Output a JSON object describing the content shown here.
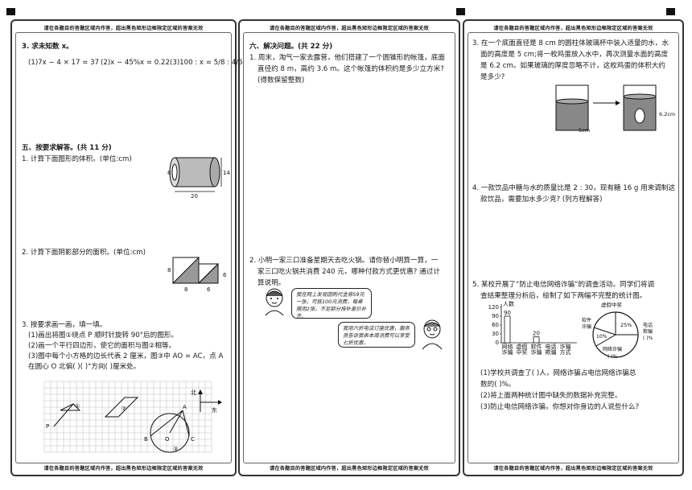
{
  "notice": "请在各题目的答题区域内作答，超出黑色矩形边框限定区域的答案无效",
  "left": {
    "q3_title": "3. 求未知数 x。",
    "q3_eq1": "(1)7x − 4 × 17 = 37",
    "q3_eq2": "(2)x − 45%x = 0.22",
    "q3_eq3": "(3)100 : x = 5/8 : 4/5",
    "sec5_title": "五、按要求解答。(共 11 分)",
    "q1_title": "1. 计算下面图形的体积。(单位:cm)",
    "q1_dim_inner": "8",
    "q1_dim_outer": "14",
    "q1_dim_len": "20",
    "q2_title": "2. 计算下面阴影部分的面积。(单位:cm)",
    "q2_dim_h": "8",
    "q2_dim_a": "8",
    "q2_dim_b": "6",
    "q2_dim_c": "6",
    "q3b_title": "3. 按要求画一画，填一填。",
    "q3b_1": "(1)画出将图①绕点 P 顺时针旋转 90°后的图形。",
    "q3b_2": "(2)画一个平行四边形，使它的面积与图②相等。",
    "q3b_3": "(3)图中每个小方格的边长代表 2 厘米，图③中 AO = AC，点 A",
    "q3b_4": "在圆心 O 北偏(        )(        )°方向(        )厘米处。",
    "grid_north": "北",
    "grid_east": "东",
    "grid_p": "P",
    "grid_a": "A",
    "grid_b": "B",
    "grid_o": "O",
    "grid_c": "C",
    "grid_1": "①",
    "grid_2": "②",
    "grid_3": "③"
  },
  "middle": {
    "sec6_title": "六、解决问题。(共 22 分)",
    "q1_l1": "1. 周末，淘气一家去露营，他们搭建了一个圆锥形的帐篷，底面",
    "q1_l2": "直径约 8 m，高约 3.6 m。这个帐篷的体积约是多少立方米?",
    "q1_l3": "(得数保留整数)",
    "q2_l1": "2. 小明一家三口准备星期天去吃火锅。请你替小明算一算，一",
    "q2_l2": "家三口吃火锅共消费 240 元，哪种付款方式更优惠? 通过计",
    "q2_l3": "算说明。",
    "bubble1": "我在网上发现团购代金券59元一张，可抵100元消费，每桌限用2张，不足部分按补差价补齐。",
    "bubble2": "我用六折电话订座优惠，服务员告诉我表本周消费可以享受七折优惠。"
  },
  "right": {
    "q3_l1": "3. 在一个底面直径是 8 cm 的圆柱体玻璃杯中装入适量的水，水",
    "q3_l2": "面的高度是 5 cm;将一枚鸡蛋放入水中，再次测量水面的高度",
    "q3_l3": "是 6.2 cm。如果玻璃的厚度忽略不计，这枚鸡蛋的体积大约",
    "q3_l4": "是多少?",
    "cup1_label": "5cm",
    "cup2_label": "6.2cm",
    "q4_l1": "4. 一款饮品中糖与水的质量比是 2 : 30，现有糖 16 g 用来调制这",
    "q4_l2": "款饮品，需要加水多少克? (列方程解答)",
    "q5_l1": "5. 某校开展了“防止电信网络诈骗”的调查活动。同学们将调",
    "q5_l2": "查结果整理分析后，绘制了如下两幅不完整的统计图。",
    "q5_a1": "(1)学校共调查了(        )人，网络诈骗占电信网络诈骗总",
    "q5_a2": "数的(        )%。",
    "q5_a3": "(2)将上面两种统计图中缺失的数据补充完整。",
    "q5_a4": "(3)防止电信网络诈骗，你想对你身边的人说些什么?",
    "pie_title": "虚假中奖",
    "pie_25": "25%",
    "pie_10": "10%",
    "pie_phone": "电话",
    "pie_phone2": "欺骗",
    "pie_phone_pct": "(    )%",
    "pie_soft": "软件",
    "pie_soft2": "诈骗",
    "pie_net": "网络诈骗",
    "pie_net_pct": "(    )%"
  },
  "chart_data": {
    "type": "bar",
    "ylabel": "人数",
    "yticks": [
      0,
      30,
      60,
      90,
      120
    ],
    "ylim": [
      0,
      120
    ],
    "categories": [
      "网络诈骗",
      "虚假中奖",
      "软件诈骗",
      "电话欺骗",
      "诈骗方式"
    ],
    "category_lines": [
      [
        "网络",
        "诈骗"
      ],
      [
        "虚假",
        "中奖"
      ],
      [
        "软件",
        "诈骗"
      ],
      [
        "电话",
        "欺骗"
      ],
      [
        "诈骗",
        "方式"
      ]
    ],
    "values": [
      90,
      null,
      20,
      null
    ],
    "value_labels": [
      "90",
      "",
      "20",
      ""
    ]
  }
}
